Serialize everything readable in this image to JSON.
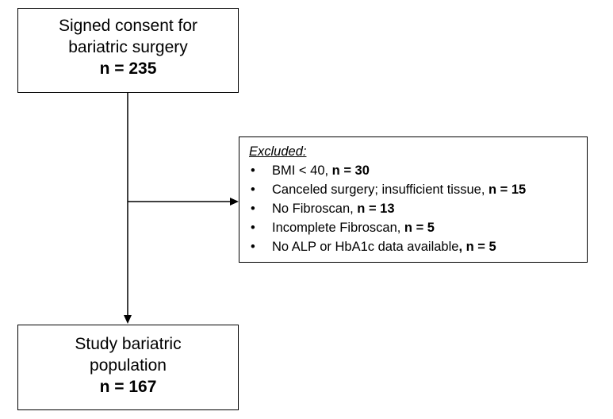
{
  "top_box": {
    "line1": "Signed consent for",
    "line2": "bariatric surgery",
    "count": "n = 235"
  },
  "excluded_box": {
    "title": "Excluded:",
    "items": [
      {
        "text": "BMI < 40, ",
        "count": "n = 30"
      },
      {
        "text": "Canceled surgery; insufficient tissue, ",
        "count": "n = 15"
      },
      {
        "text": "No Fibroscan, ",
        "count": "n = 13"
      },
      {
        "text": "Incomplete Fibroscan, ",
        "count": "n = 5"
      },
      {
        "text": "No ALP or HbA1c data available",
        "count": ", n = 5"
      }
    ]
  },
  "bottom_box": {
    "line1": "Study bariatric",
    "line2": "population",
    "count": "n = 167"
  }
}
